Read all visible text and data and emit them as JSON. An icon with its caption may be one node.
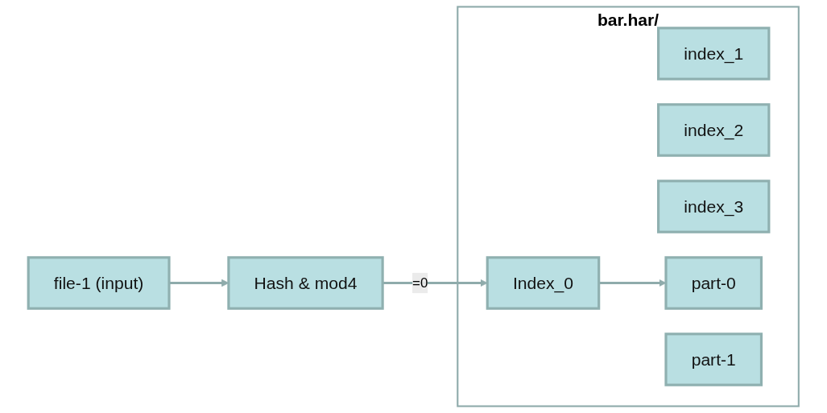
{
  "diagram": {
    "nodes": [
      {
        "text": [
          "file-1  (input)"
        ]
      },
      {
        "text": [
          "Hash & mod4"
        ]
      },
      {
        "text": [
          "bar.har/"
        ]
      },
      {
        "text": [
          "Index_0"
        ],
        "in": 2
      },
      {
        "text": [
          "index_1"
        ],
        "in": 2
      },
      {
        "text": [
          "index_2"
        ],
        "in": 2
      },
      {
        "text": [
          "index_3"
        ],
        "in": 2
      },
      {
        "text": [
          "part-0"
        ],
        "in": 2
      },
      {
        "text": [
          "part-1"
        ],
        "in": 2
      }
    ],
    "edges": [
      {
        "from": 0,
        "to": 1,
        "arrow": "to"
      },
      {
        "from": 1,
        "to": 3,
        "label": "=0",
        "arrow": "to"
      },
      {
        "from": 3,
        "to": 7,
        "arrow": "to"
      }
    ]
  }
}
